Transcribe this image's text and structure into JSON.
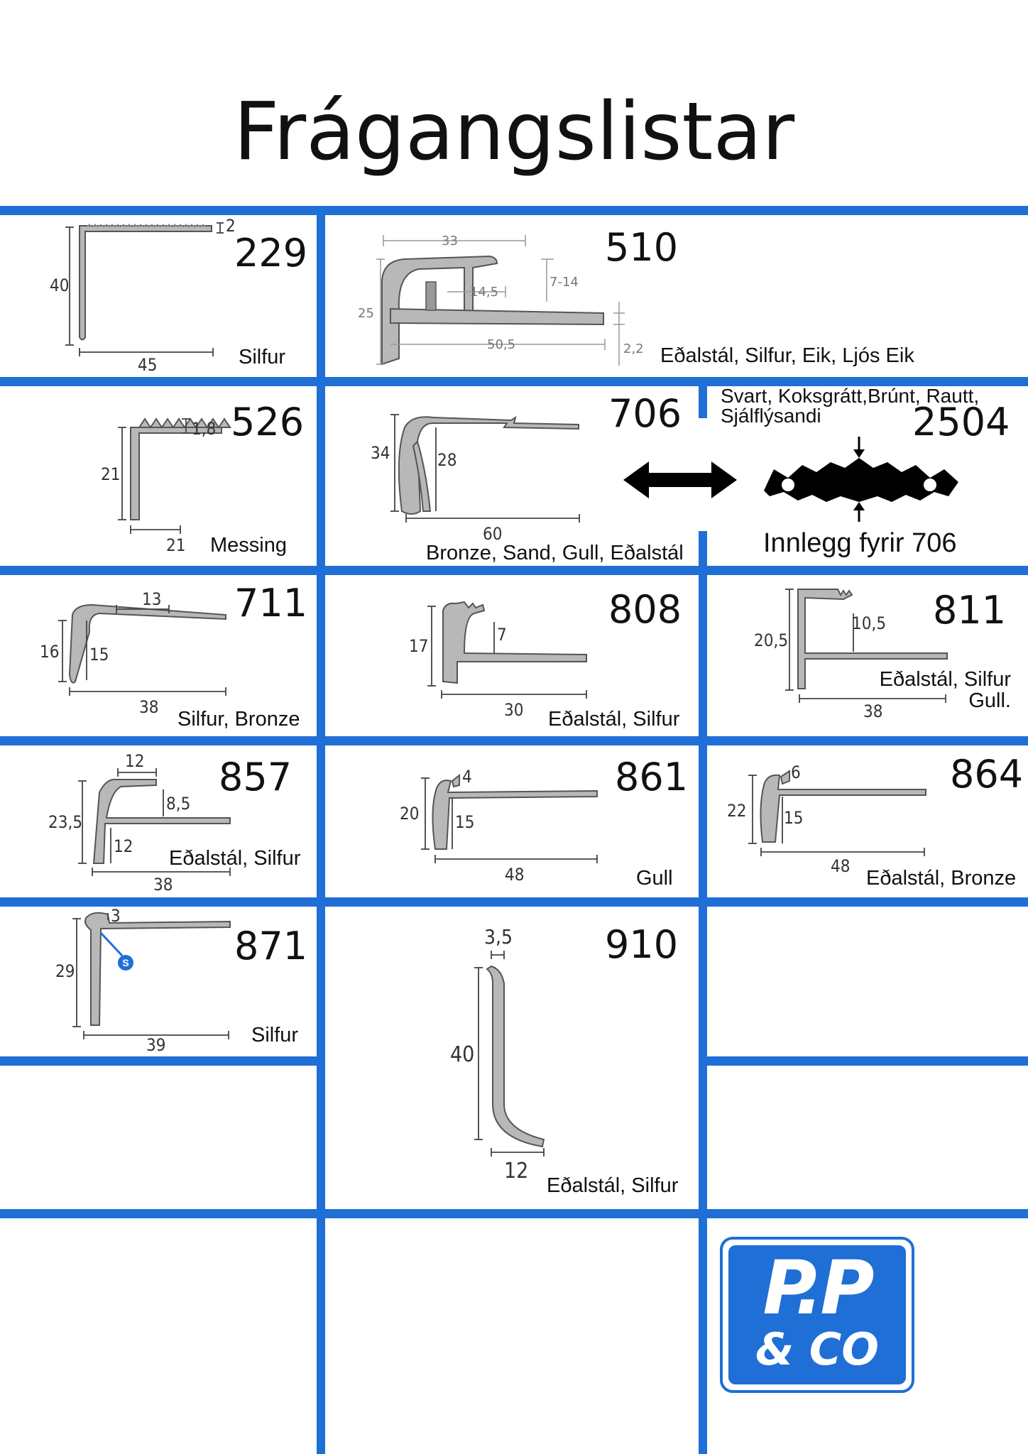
{
  "title": "Frágangslistar",
  "colors": {
    "grid": "#1f6fd6",
    "logo": "#1f6fd6"
  },
  "products": [
    {
      "code": "229",
      "finish": "Silfur",
      "dims": [
        "2",
        "40",
        "45"
      ]
    },
    {
      "code": "510",
      "finish": "Eðalstál, Silfur, Eik, Ljós Eik",
      "dims": [
        "33",
        "14,5",
        "7-14",
        "25",
        "2,2",
        "50,5"
      ]
    },
    {
      "code": "526",
      "finish": "Messing",
      "dims": [
        "1,8",
        "21",
        "21"
      ]
    },
    {
      "code": "706",
      "finish": "Bronze, Sand, Gull, Eðalstál",
      "dims": [
        "34",
        "28",
        "60"
      ]
    },
    {
      "code": "2504",
      "finish": "Svart, Koksgrátt,Brúnt, Rautt,\nSjálflýsandi",
      "caption": "Innlegg fyrir 706"
    },
    {
      "code": "711",
      "finish": "Silfur, Bronze",
      "dims": [
        "13",
        "16",
        "15",
        "38"
      ]
    },
    {
      "code": "808",
      "finish": "Eðalstál, Silfur",
      "dims": [
        "7",
        "17",
        "30"
      ]
    },
    {
      "code": "811",
      "finish": "Eðalstál, Silfur\nGull.",
      "dims": [
        "20,5",
        "10,5",
        "38"
      ]
    },
    {
      "code": "857",
      "finish": "Eðalstál, Silfur",
      "dims": [
        "12",
        "8,5",
        "23,5",
        "12",
        "38"
      ]
    },
    {
      "code": "861",
      "finish": "Gull",
      "dims": [
        "4",
        "20",
        "15",
        "48"
      ]
    },
    {
      "code": "864",
      "finish": "Eðalstál, Bronze",
      "dims": [
        "6",
        "22",
        "15",
        "48"
      ]
    },
    {
      "code": "871",
      "finish": "Silfur",
      "dims": [
        "3",
        "29",
        "39"
      ],
      "badge": "S"
    },
    {
      "code": "910",
      "finish": "Eðalstál, Silfur",
      "dims": [
        "3,5",
        "40",
        "12"
      ]
    }
  ],
  "logo": {
    "line1": "P.P",
    "line2": "& CO"
  }
}
